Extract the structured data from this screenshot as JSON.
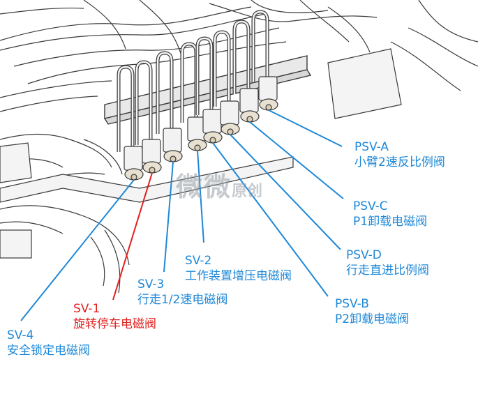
{
  "watermark": {
    "main": "微微",
    "sub": "原创"
  },
  "labels": {
    "psv_a": {
      "code": "PSV-A",
      "name": "小臂2速反比例阀"
    },
    "psv_c": {
      "code": "PSV-C",
      "name": "P1卸载电磁阀"
    },
    "psv_d": {
      "code": "PSV-D",
      "name": "行走直进比例阀"
    },
    "psv_b": {
      "code": "PSV-B",
      "name": "P2卸载电磁阀"
    },
    "sv_2": {
      "code": "SV-2",
      "name": "工作装置增压电磁阀"
    },
    "sv_3": {
      "code": "SV-3",
      "name": "行走1/2速电磁阀"
    },
    "sv_1": {
      "code": "SV-1",
      "name": "旋转停车电磁阀"
    },
    "sv_4": {
      "code": "SV-4",
      "name": "安全锁定电磁阀"
    }
  },
  "colors": {
    "leader_blue": "#1e88d8",
    "leader_red": "#e0201e",
    "line_art": "#3a3a3a"
  }
}
